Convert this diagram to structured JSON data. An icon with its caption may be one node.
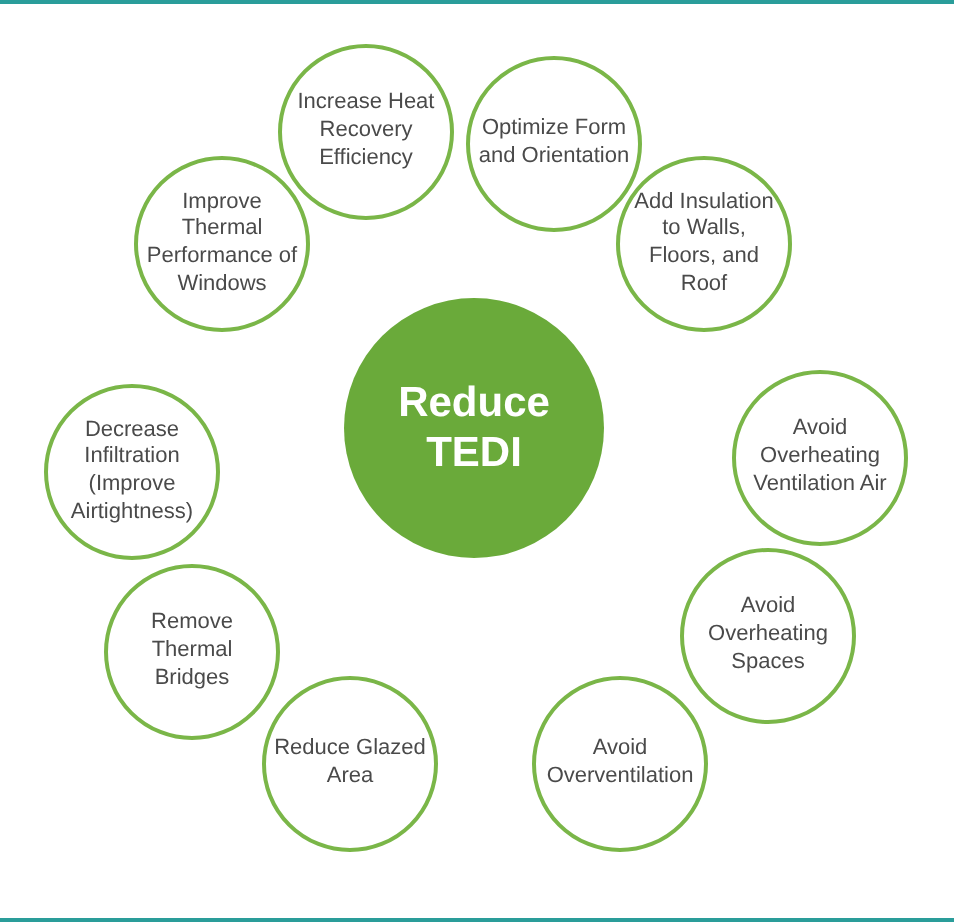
{
  "diagram": {
    "nodes": [
      {
        "text": [
          "Increase Heat Recovery Efficiency"
        ]
      },
      {
        "text": [
          "Optimize Form and Orientation"
        ]
      },
      {
        "text": [
          "Improve Thermal Performance of Windows"
        ]
      },
      {
        "text": [
          "Add Insulation to Walls, Floors, and Roof"
        ]
      },
      {
        "text": [
          "Reduce TEDI"
        ]
      },
      {
        "text": [
          "Decrease Infiltration (Improve Airtightness)"
        ]
      },
      {
        "text": [
          "Avoid Overheating Ventilation Air"
        ]
      },
      {
        "text": [
          "Avoid Overheating Spaces"
        ]
      },
      {
        "text": [
          "Remove Thermal Bridges"
        ]
      },
      {
        "text": [
          "Reduce Glazed Area"
        ]
      },
      {
        "text": [
          "Avoid Overventilation"
        ]
      }
    ]
  }
}
